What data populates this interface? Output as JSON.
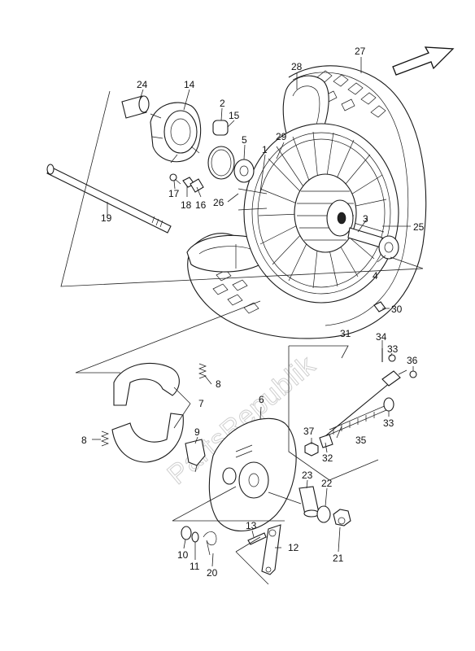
{
  "watermark": "PartsRepublik",
  "labels": {
    "l1": "1",
    "l2": "2",
    "l3": "3",
    "l4": "4",
    "l5": "5",
    "l6": "6",
    "l7": "7",
    "l8a": "8",
    "l8b": "8",
    "l9": "9",
    "l10": "10",
    "l11": "11",
    "l12": "12",
    "l13": "13",
    "l14": "14",
    "l15": "15",
    "l16": "16",
    "l17": "17",
    "l18": "18",
    "l19": "19",
    "l20": "20",
    "l21": "21",
    "l22": "22",
    "l23": "23",
    "l24": "24",
    "l25": "25",
    "l26": "26",
    "l27": "27",
    "l28": "28",
    "l29": "29",
    "l30": "30",
    "l31": "31",
    "l32": "32",
    "l33a": "33",
    "l33b": "33",
    "l34": "34",
    "l35": "35",
    "l36": "36",
    "l37": "37"
  }
}
